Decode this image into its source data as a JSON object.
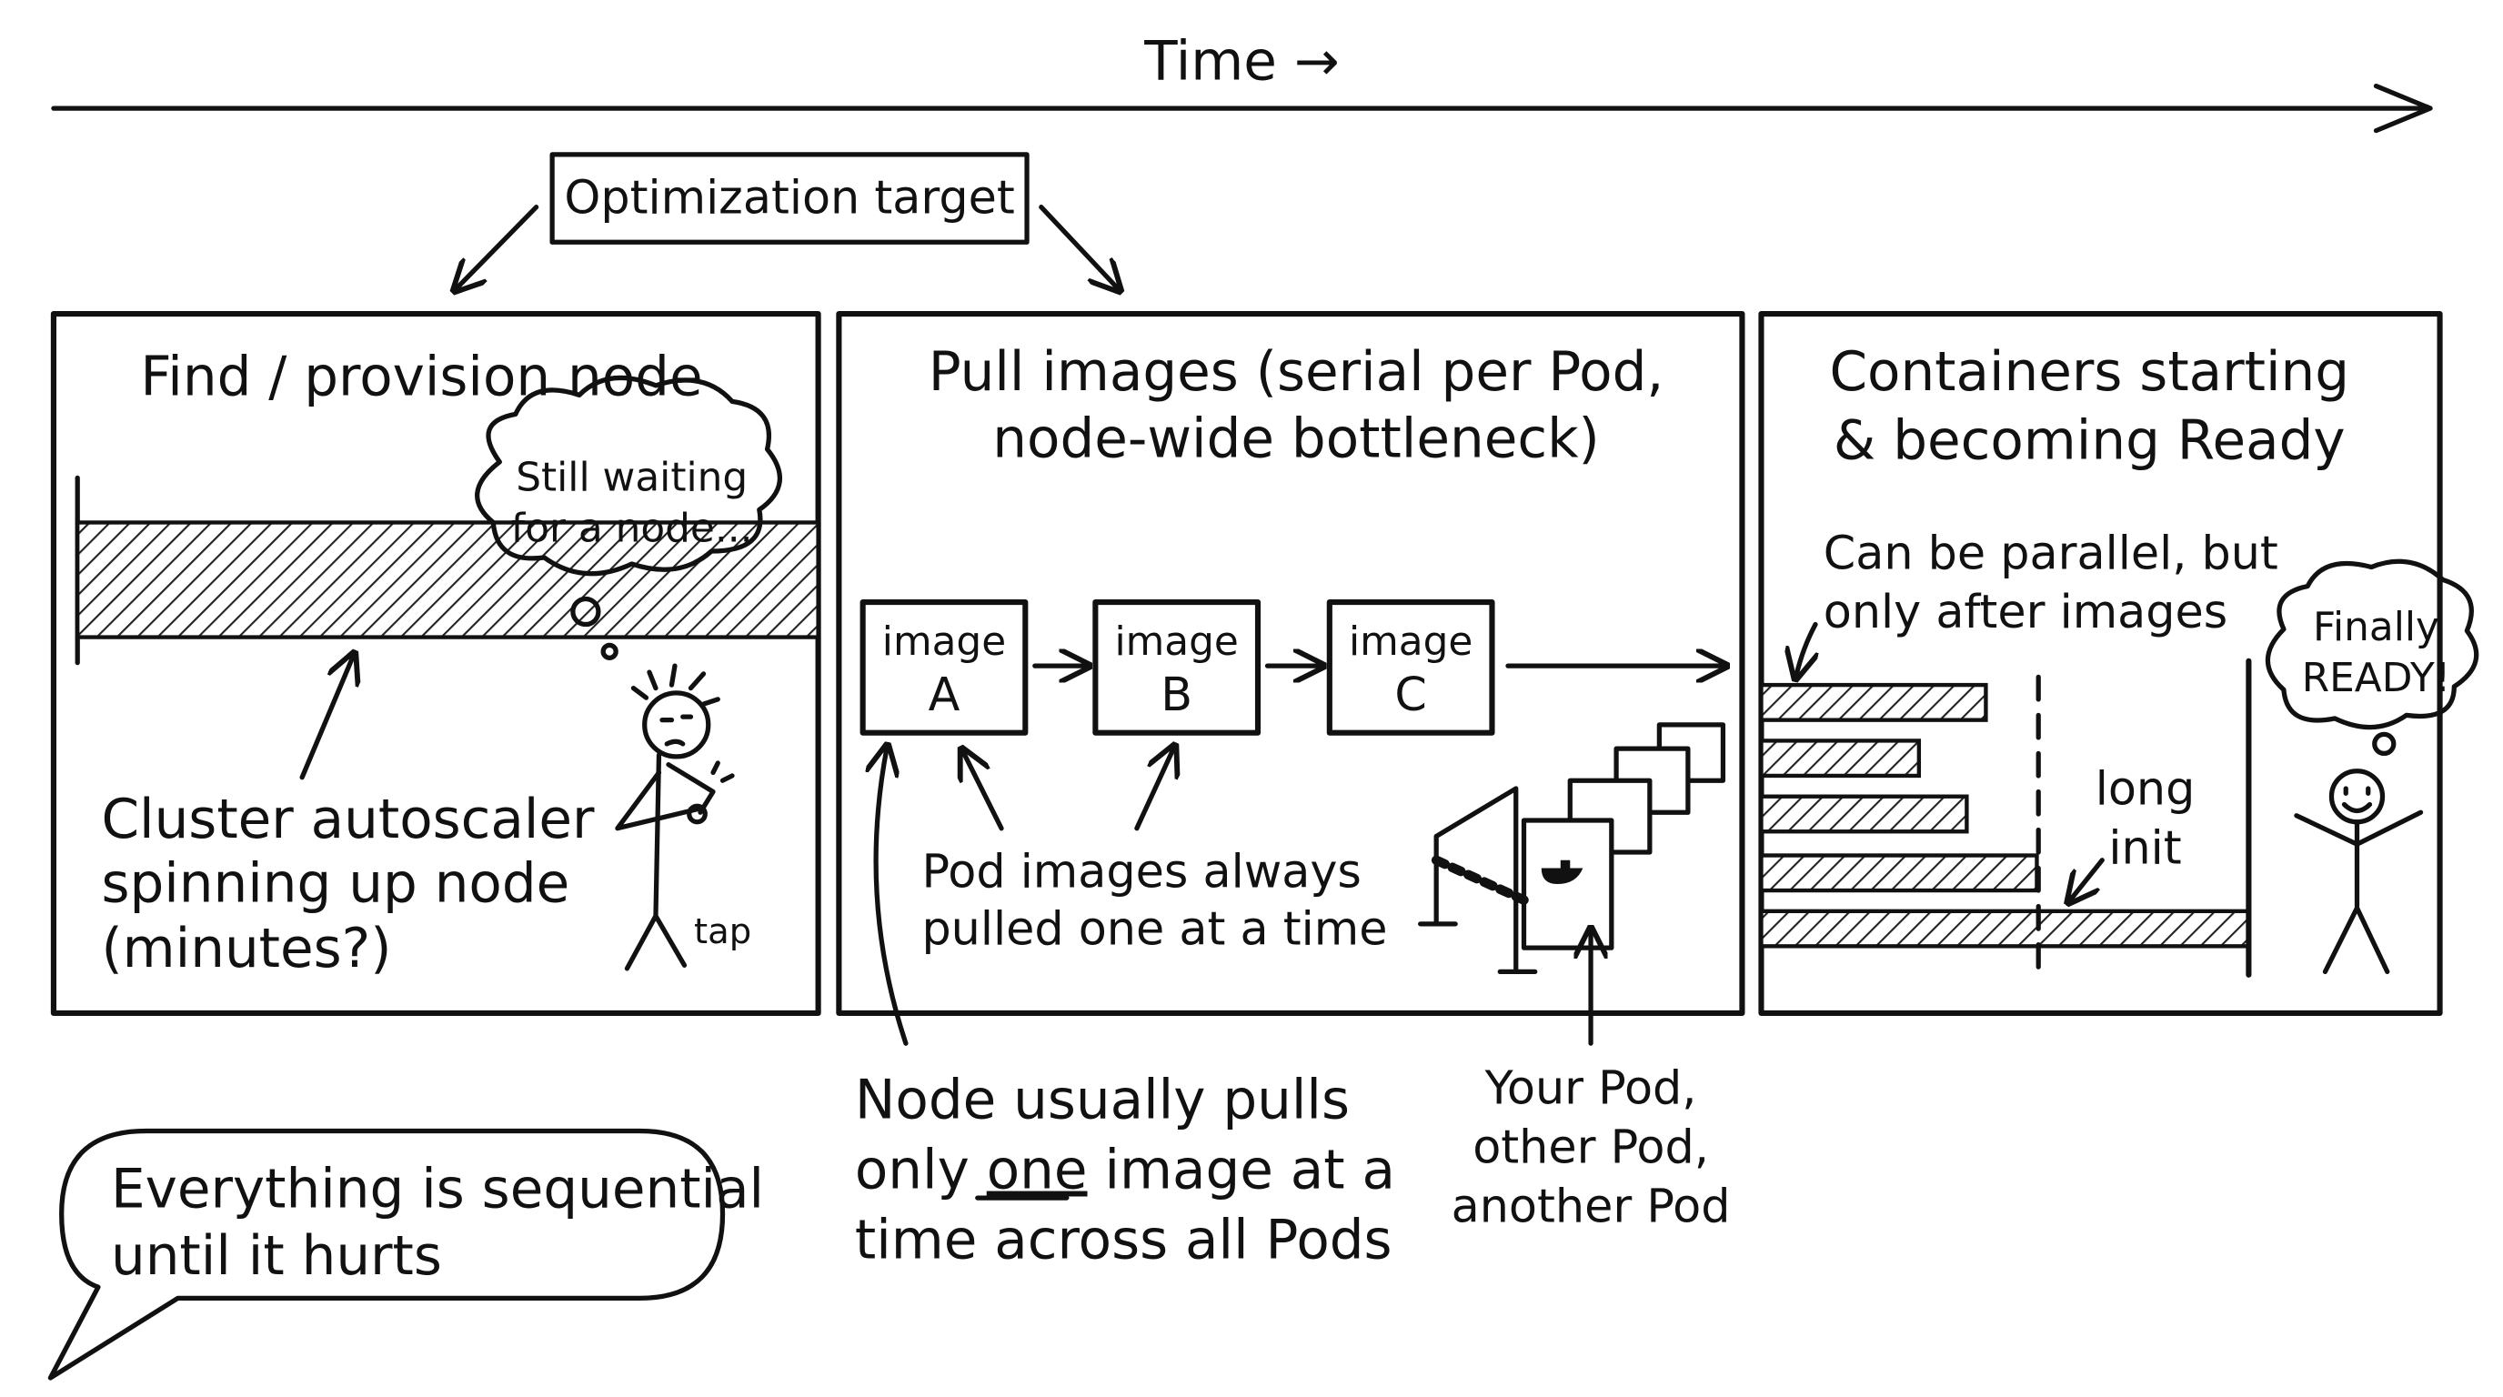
{
  "timeline": {
    "label": "Time →"
  },
  "optimization_target": {
    "label": "Optimization target"
  },
  "panel_node": {
    "title": "Find / provision node",
    "thought": [
      "Still waiting",
      "for a node..."
    ],
    "caption": [
      "Cluster autoscaler",
      "spinning up node",
      "(minutes?)"
    ],
    "sound": "tap"
  },
  "panel_images": {
    "title": [
      "Pull images (serial per Pod,",
      "node-wide bottleneck)"
    ],
    "images": [
      {
        "line1": "image",
        "line2": "A"
      },
      {
        "line1": "image",
        "line2": "B"
      },
      {
        "line1": "image",
        "line2": "C"
      }
    ],
    "caption": [
      "Pod images always",
      "pulled one at a time"
    ]
  },
  "panel_containers": {
    "title": [
      "Containers starting",
      "& becoming Ready"
    ],
    "caption": [
      "Can be parallel, but",
      "only after images"
    ],
    "init_label": [
      "long",
      "init"
    ],
    "thought": [
      "Finally",
      "READY!"
    ]
  },
  "bottom": {
    "speech": [
      "Everything is sequential",
      "until it hurts"
    ],
    "node_note": {
      "line1": "Node usually pulls",
      "line2_pre": "only ",
      "line2_emph": "one",
      "line2_post": " image at a",
      "line3": "time across all Pods"
    },
    "pods_note": [
      "Your Pod,",
      "other Pod,",
      "another Pod"
    ]
  }
}
